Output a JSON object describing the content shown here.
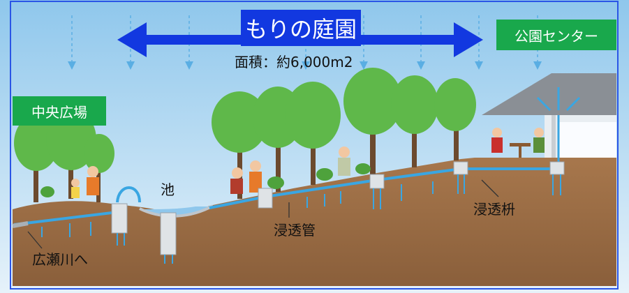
{
  "title": "もりの庭園",
  "area": "面積：約6,000m2",
  "places": {
    "left": "中央広場",
    "right": "公園センター"
  },
  "labels": {
    "pond": "池",
    "pipe": "浸透管",
    "basin": "浸透枡",
    "river": "広瀬川へ"
  },
  "colors": {
    "sky_top": "#8fc7ec",
    "sky_bottom": "#e6f2fa",
    "ground": "#9a6f47",
    "pipe": "#3aa6e2",
    "green_label": "#19a84c",
    "title_box": "#1238e0",
    "arrow": "#1238e0",
    "frame": "#2a55e6"
  }
}
